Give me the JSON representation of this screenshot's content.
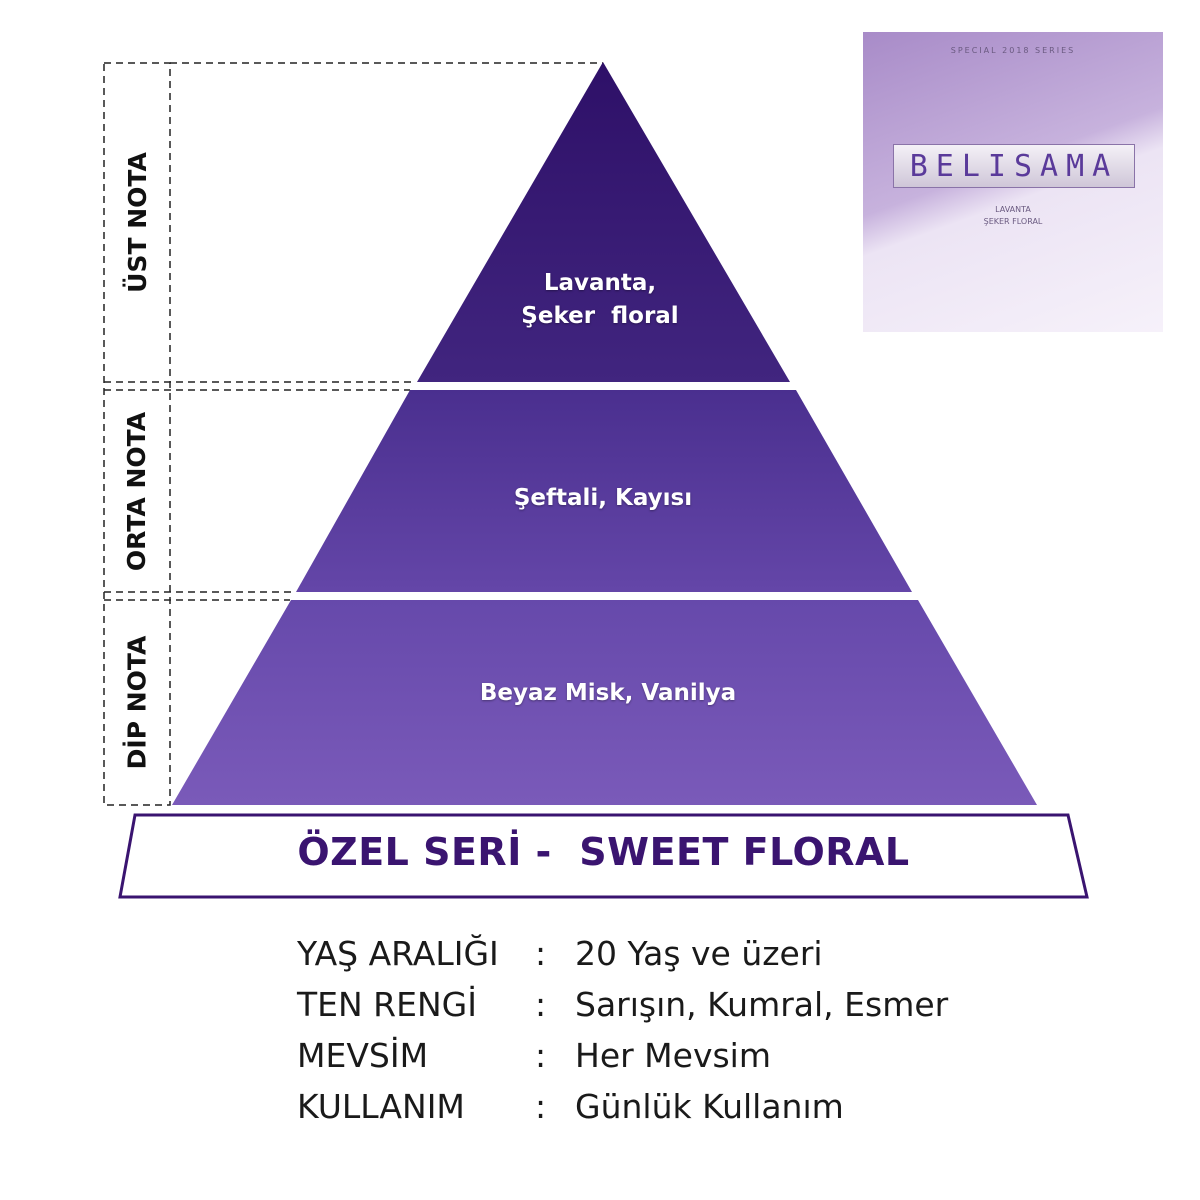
{
  "pyramid": {
    "levels": [
      {
        "label": "ÜST NOTA",
        "notes_line1": "Lavanta,",
        "notes_line2": "Şeker  floral"
      },
      {
        "label": "ORTA NOTA",
        "notes": "Şeftali, Kayısı"
      },
      {
        "label": "DİP NOTA",
        "notes": "Beyaz Misk, Vanilya"
      }
    ],
    "base_title": "ÖZEL SERİ -  SWEET FLORAL",
    "colors": {
      "top": "#331672",
      "middle": "#53389a",
      "bottom": "#7456b6",
      "banner": "#3a1470"
    }
  },
  "product_image": {
    "brand": "BELISAMA",
    "top_text": "SPECIAL  2018  SERIES",
    "sub_line1": "LAVANTA",
    "sub_line2": "ŞEKER FLORAL"
  },
  "info": [
    {
      "key": "YAŞ ARALIĞI",
      "sep": ":",
      "value": "20 Yaş ve üzeri"
    },
    {
      "key": "TEN RENGİ",
      "sep": ":",
      "value": "Sarışın, Kumral, Esmer"
    },
    {
      "key": "MEVSİM",
      "sep": ":",
      "value": "Her Mevsim"
    },
    {
      "key": "KULLANIM",
      "sep": ":",
      "value": "Günlük Kullanım"
    }
  ]
}
